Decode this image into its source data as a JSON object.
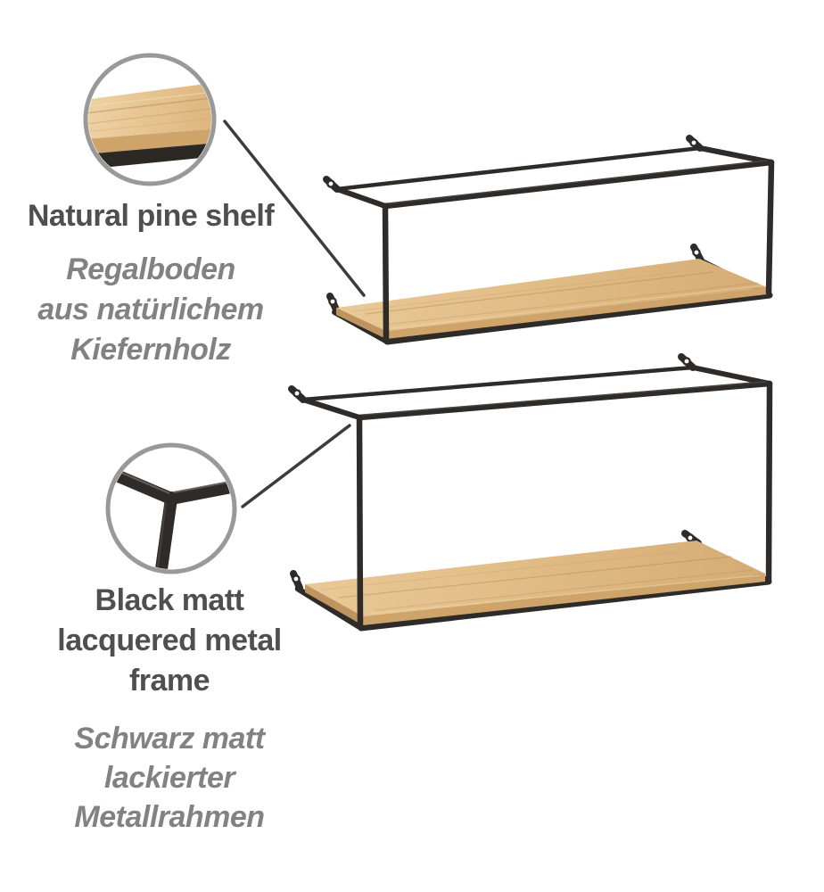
{
  "callouts": {
    "pine": {
      "heading": "Natural pine shelf",
      "description_lines": [
        "Regalboden",
        "aus natürlichem",
        "Kiefernholz"
      ]
    },
    "frame": {
      "heading_lines": [
        "Black matt",
        "lacquered metal",
        "frame"
      ],
      "description_lines": [
        "Schwarz matt",
        "lackierter",
        "Metallrahmen"
      ]
    }
  },
  "colors": {
    "background": "#ffffff",
    "heading_text": "#4f4f4f",
    "description_text": "#828282",
    "metal_frame": "#2e2b28",
    "wood_light": "#e9c998",
    "wood_dark": "#d5ab74",
    "wood_edge": "#cfa46b",
    "callout_ring": "#999999",
    "leader_line": "#3c3c3c"
  }
}
